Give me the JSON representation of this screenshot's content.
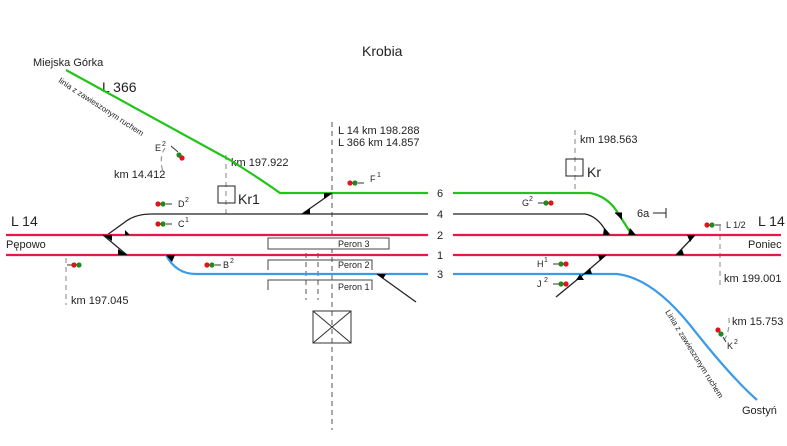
{
  "title": "Krobia",
  "colors": {
    "main_line": "#e8174a",
    "green_line": "#22c41a",
    "blue_line": "#3b9be8",
    "black_line": "#222222",
    "signal_red": "#e0141e",
    "signal_green": "#1f8a1f"
  },
  "lines": {
    "l366": "L 366",
    "l14_left": "L 14",
    "l14_right": "L 14"
  },
  "stations": {
    "miejska_gorka": "Miejska Górka",
    "pepowo": "Pępowo",
    "poniec": "Poniec",
    "gostyn": "Gostyń"
  },
  "suspended_notes": {
    "upper": "linia z zawieszonym ruchem",
    "lower": "Linia z zawieszonym ruchem"
  },
  "km_markers": {
    "e_signal": "km  14.412",
    "kr1": "km  197.922",
    "center_l14": "L 14   km  198.288",
    "center_l366": "L 366 km     14.857",
    "kr": "km  198.563",
    "right_l14": "km  199.001",
    "k_signal": "km  15.753",
    "left_l14": "km  197.045"
  },
  "posts": {
    "kr1": "Kr1",
    "kr": "Kr"
  },
  "tracks": {
    "t6": "6",
    "t4": "4",
    "t2": "2",
    "t1": "1",
    "t3": "3",
    "t6a": "6a"
  },
  "platforms": {
    "p3": "Peron 3",
    "p2": "Peron 2",
    "p1": "Peron 1"
  },
  "signals": {
    "E": {
      "letter": "E",
      "sup": "2"
    },
    "D": {
      "letter": "D",
      "sup": "2"
    },
    "C": {
      "letter": "C",
      "sup": "1"
    },
    "B": {
      "letter": "B",
      "sup": "2"
    },
    "F": {
      "letter": "F",
      "sup": "1"
    },
    "G": {
      "letter": "G",
      "sup": "2"
    },
    "H": {
      "letter": "H",
      "sup": "1"
    },
    "J": {
      "letter": "J",
      "sup": "2"
    },
    "K": {
      "letter": "K",
      "sup": "2"
    },
    "L": {
      "letter": "L 1/2",
      "sup": ""
    }
  }
}
